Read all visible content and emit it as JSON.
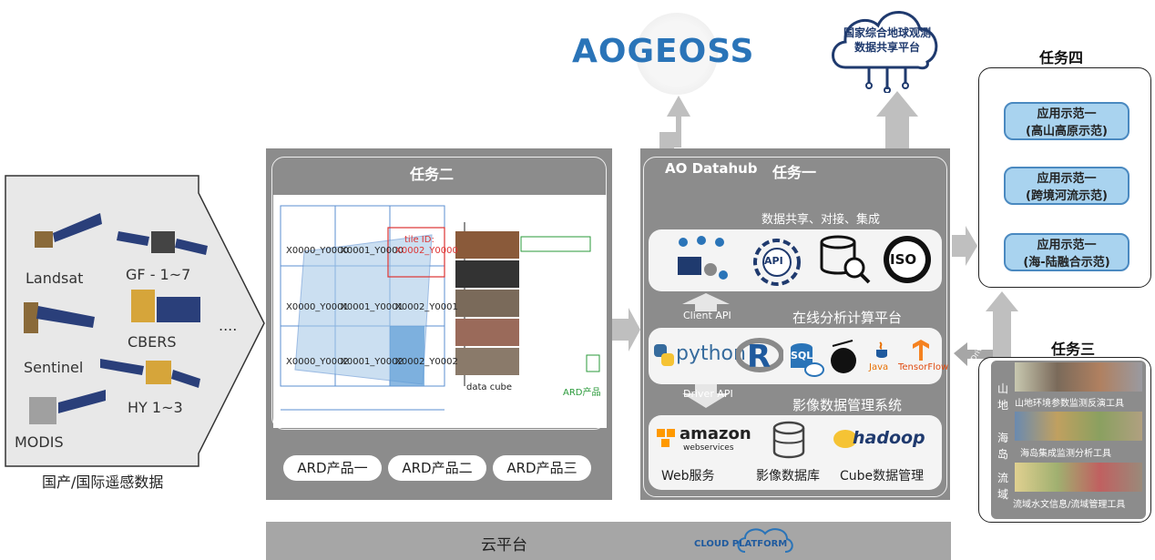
{
  "left": {
    "satellites": [
      "Landsat",
      "GF - 1~7",
      "Sentinel",
      "CBERS",
      "MODIS",
      "HY 1~3"
    ],
    "ellipsis": "....",
    "caption": "国产/国际遥感数据"
  },
  "task2": {
    "title": "任务二",
    "ard_buttons": [
      "ARD产品一",
      "ARD产品二",
      "ARD产品三"
    ],
    "figure": {
      "tiles": [
        "X0000_Y0000",
        "X0001_Y0000",
        "X0002_Y0000",
        "X0000_Y0001",
        "X0001_Y0001",
        "X0002_Y0001",
        "X0000_Y0002",
        "X0001_Y0002",
        "X0002_Y0002"
      ],
      "tile_id": "tile ID:",
      "data_cube": "data cube",
      "ard_label": "ARD产品"
    }
  },
  "task1": {
    "brand": "AO Datahub",
    "title": "任务一",
    "share_label": "数据共享、对接、集成",
    "iso": "ISO",
    "api": "API",
    "client_api": "Client API",
    "platform_label": "在线分析计算平台",
    "python": "python",
    "r": "R",
    "sql": "SQL",
    "java": "Java",
    "tensorflow": "TensorFlow",
    "driver_api": "Driver API",
    "image_mgmt": "影像数据管理系统",
    "amazon": "amazon",
    "webservices": "webservices",
    "hadoop": "hadoop",
    "services": [
      "Web服务",
      "影像数据库",
      "Cube数据管理"
    ]
  },
  "top": {
    "aogeoss": "AOGEOSS",
    "cloud_text": "国家综合地球观测数据共享平台"
  },
  "task4": {
    "title": "任务四",
    "apps": [
      {
        "line1": "应用示范一",
        "line2": "(高山高原示范)"
      },
      {
        "line1": "应用示范一",
        "line2": "(跨境河流示范)"
      },
      {
        "line1": "应用示范一",
        "line2": "(海-陆融合示范)"
      }
    ]
  },
  "task3": {
    "title": "任务三",
    "driver_api": "Driver API",
    "rows": [
      {
        "side": "山地",
        "label": "山地环境参数监测反演工具"
      },
      {
        "side": "海岛",
        "label": "海岛集成监测分析工具"
      },
      {
        "side": "流域",
        "label": "流域水文信息/流域管理工具"
      }
    ]
  },
  "bottom": {
    "cloud_platform_cn": "云平台",
    "cloud_platform_en": "CLOUD PLATFORM"
  },
  "colors": {
    "panel_dark": "#8c8c8c",
    "panel_mid": "#a6a6a6",
    "arrow_gray": "#bfbfbf",
    "app_blue": "#a9d3ef",
    "aogeoss_blue": "#2a74b8",
    "aogeoss_green": "#3ca847"
  }
}
